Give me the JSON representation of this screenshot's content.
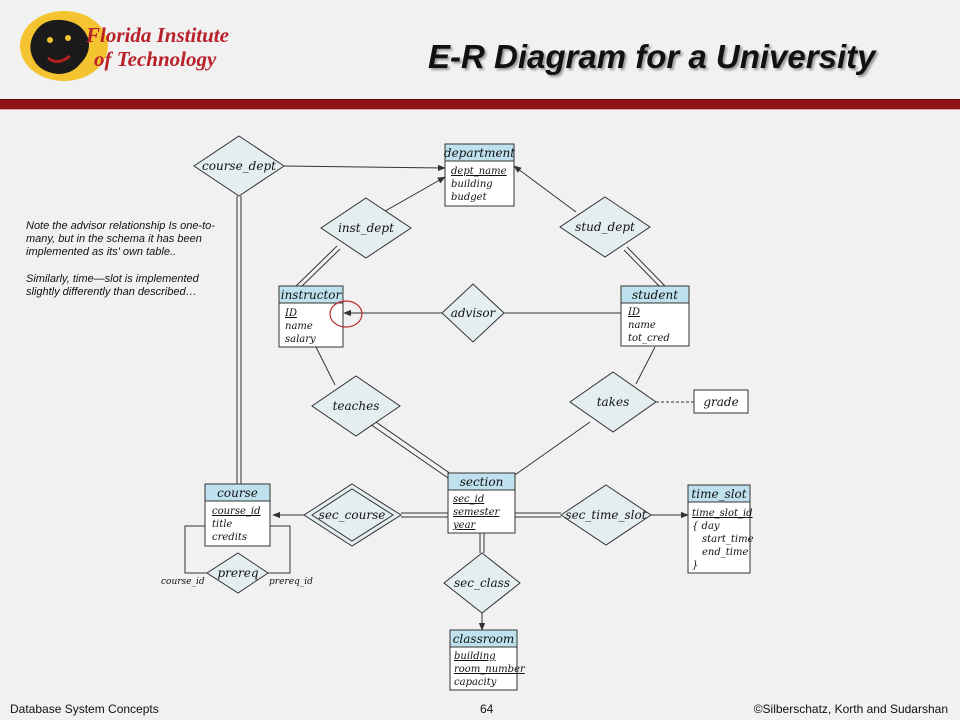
{
  "header": {
    "logo_line1": "Florida Institute",
    "logo_line2": "of Technology",
    "title": "E-R Diagram for a University"
  },
  "note": {
    "para1": "Note the advisor relationship Is one-to-many,  but in the schema it has been implemented as its' own table..",
    "para2": "Similarly, time—slot is implemented slightly differently than described…"
  },
  "entities": {
    "department": {
      "name": "department",
      "attrs": [
        "dept_name",
        "building",
        "budget"
      ]
    },
    "instructor": {
      "name": "instructor",
      "attrs": [
        "ID",
        "name",
        "salary"
      ]
    },
    "student": {
      "name": "student",
      "attrs": [
        "ID",
        "name",
        "tot_cred"
      ]
    },
    "section": {
      "name": "section",
      "attrs": [
        "sec_id",
        "semester",
        "year"
      ]
    },
    "course": {
      "name": "course",
      "attrs": [
        "course_id",
        "title",
        "credits"
      ]
    },
    "time_slot": {
      "name": "time_slot",
      "attrs": [
        "time_slot_id",
        "{  day",
        "start_time",
        "end_time",
        "}"
      ]
    },
    "classroom": {
      "name": "classroom",
      "attrs": [
        "building",
        "room_number",
        "capacity"
      ]
    },
    "grade": {
      "name": "grade"
    }
  },
  "relationships": {
    "course_dept": "course_dept",
    "inst_dept": "inst_dept",
    "stud_dept": "stud_dept",
    "advisor": "advisor",
    "teaches": "teaches",
    "takes": "takes",
    "sec_course": "sec_course",
    "sec_time_slot": "sec_time_slot",
    "sec_class": "sec_class",
    "prereq": "prereq"
  },
  "role_labels": {
    "course_id": "course_id",
    "prereq_id": "prereq_id"
  },
  "colors": {
    "entity_header": "#bfe1ee",
    "diamond_fill": "#e4eef1",
    "title_bar": "#8e1418",
    "highlight_circle": "#c0282a",
    "background": "#f1f1f1"
  },
  "footer": {
    "left": "Database  System Concepts",
    "page": "64",
    "right": "©Silberschatz, Korth and Sudarshan"
  }
}
